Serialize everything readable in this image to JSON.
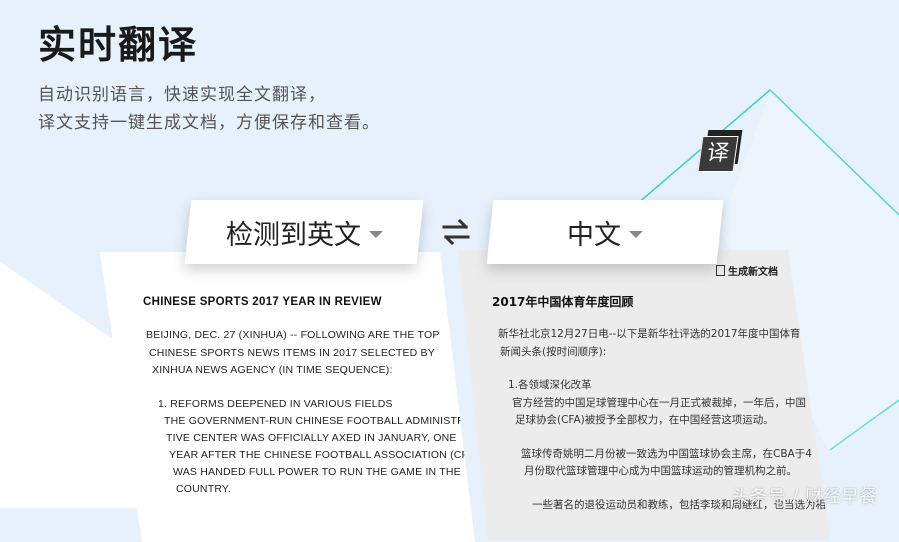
{
  "headline": "实时翻译",
  "description": {
    "line1": "自动识别语言，快速实现全文翻译，",
    "line2": "译文支持一键生成文档，方便保存和查看。"
  },
  "badge": {
    "char": "译"
  },
  "source_lang": {
    "label": "检测到英文"
  },
  "target_lang": {
    "label": "中文"
  },
  "source_doc": {
    "title": "CHINESE SPORTS 2017 YEAR IN REVIEW",
    "lines": [
      "BEIJING, DEC. 27 (XINHUA) -- FOLLOWING ARE THE TOP",
      "CHINESE SPORTS NEWS ITEMS IN 2017 SELECTED BY",
      "XINHUA NEWS AGENCY (IN TIME SEQUENCE):",
      "1. REFORMS DEEPENED IN VARIOUS FIELDS",
      "THE GOVERNMENT-RUN CHINESE FOOTBALL ADMINISTRA-",
      "TIVE CENTER WAS OFFICIALLY AXED IN JANUARY, ONE",
      "YEAR AFTER THE CHINESE FOOTBALL ASSOCIATION (CFA)",
      "WAS HANDED FULL POWER TO RUN THE GAME IN THE",
      "COUNTRY."
    ]
  },
  "target_doc": {
    "generate_label": "生成新文档",
    "title": "2017年中国体育年度回顾",
    "lines": [
      "新华社北京12月27日电--以下是新华社评选的2017年度中国体育",
      "新闻头条(按时间顺序):",
      "1.各领域深化改革",
      "官方经营的中国足球管理中心在一月正式被裁掉，一年后，中国",
      "足球协会(CFA)被授予全部权力，在中国经营这项运动。",
      "篮球传奇姚明二月份被一致选为中国篮球协会主席，在CBA于4",
      "月份取代篮球管理中心成为中国篮球运动的管理机构之前。",
      "一些著名的退役运动员和教练，包括李琰和周继红，也当选为相"
    ]
  },
  "watermark": "头条号 / 财经早餐",
  "colors": {
    "background": "#e6f1fb",
    "accent_line": "#39d3cc"
  }
}
